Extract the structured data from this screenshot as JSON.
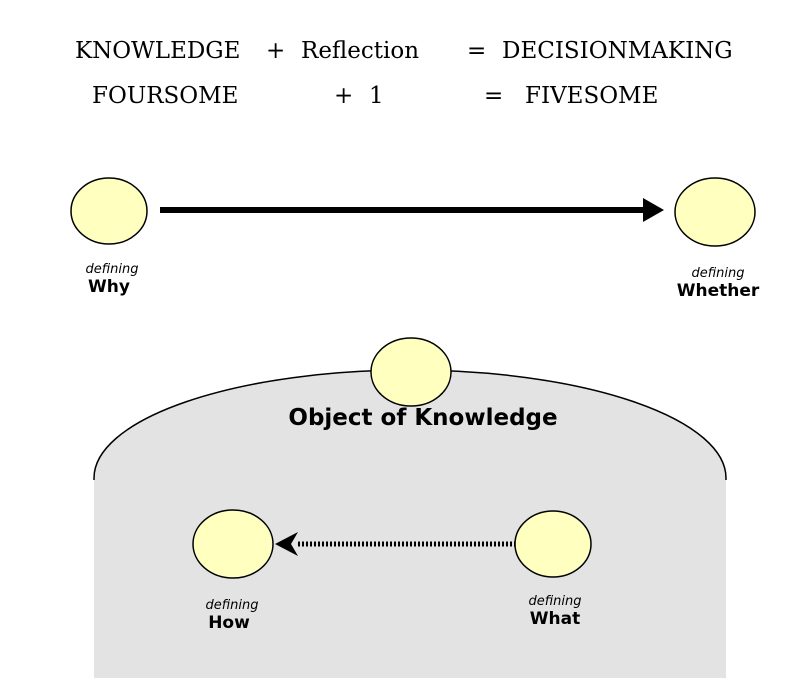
{
  "equations": {
    "row1": {
      "term1": "KNOWLEDGE",
      "op1": "+",
      "term2": "Reflection",
      "op2": "=",
      "result": "DECISIONMAKING"
    },
    "row2": {
      "term1": "FOURSOME",
      "op1": "+",
      "term2": "1",
      "op2": "=",
      "result": "FIVESOME"
    }
  },
  "nodes": {
    "why": {
      "sub": "defining",
      "label": "Why"
    },
    "whether": {
      "sub": "defining",
      "label": "Whether"
    },
    "how": {
      "sub": "defining",
      "label": "How"
    },
    "what": {
      "sub": "defining",
      "label": "What"
    }
  },
  "object_region": {
    "title": "Object of Knowledge"
  },
  "colors": {
    "node_fill": "#ffffc0",
    "node_stroke": "#000000",
    "region_fill": "#e3e3e3",
    "arrow": "#000000"
  }
}
